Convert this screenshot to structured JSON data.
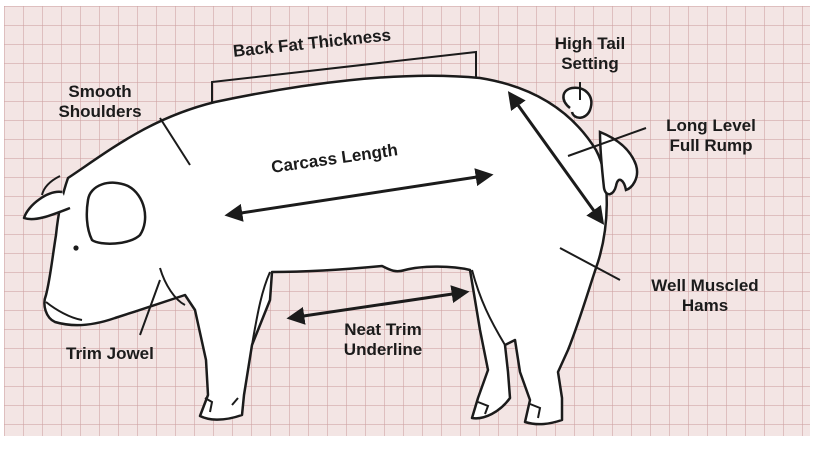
{
  "labels": {
    "back_fat": "Back Fat Thickness",
    "high_tail_line1": "High Tail",
    "high_tail_line2": "Setting",
    "smooth_line1": "Smooth",
    "smooth_line2": "Shoulders",
    "long_level_line1": "Long Level",
    "long_level_line2": "Full Rump",
    "carcass": "Carcass Length",
    "hams_line1": "Well Muscled",
    "hams_line2": "Hams",
    "neat_line1": "Neat Trim",
    "neat_line2": "Underline",
    "trim_jowel": "Trim Jowel"
  },
  "colors": {
    "ink": "#1b1b1b",
    "pig_fill": "#ffffff",
    "paper": "#f3e5e4",
    "grid": "#cda0a0"
  }
}
